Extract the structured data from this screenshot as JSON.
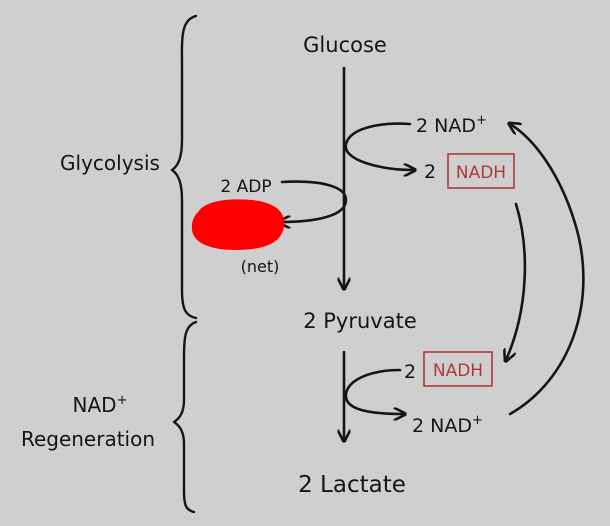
{
  "labels": {
    "glucose": "Glucose",
    "glycolysis": "Glycolysis",
    "nad_regen_line1": "NAD",
    "nad_regen_sup": "+",
    "nad_regen_line2": "Regeneration",
    "top_nad_plus": "2 NAD",
    "top_nad_plus_sup": "+",
    "top_nadh_coef": "2",
    "top_nadh": "NADH",
    "adp": "2 ADP",
    "net": "(net)",
    "pyruvate": "2 Pyruvate",
    "bottom_nadh_coef": "2",
    "bottom_nadh": "NADH",
    "bottom_nad_plus": "2 NAD",
    "bottom_nad_plus_sup": "+",
    "lactate": "2 Lactate"
  },
  "colors": {
    "ink": "#151515",
    "box": "#b03a3a",
    "redaction": "#ff0000",
    "background": "#cfcfcf"
  },
  "icons": {
    "redaction": "red-blob-redaction"
  }
}
